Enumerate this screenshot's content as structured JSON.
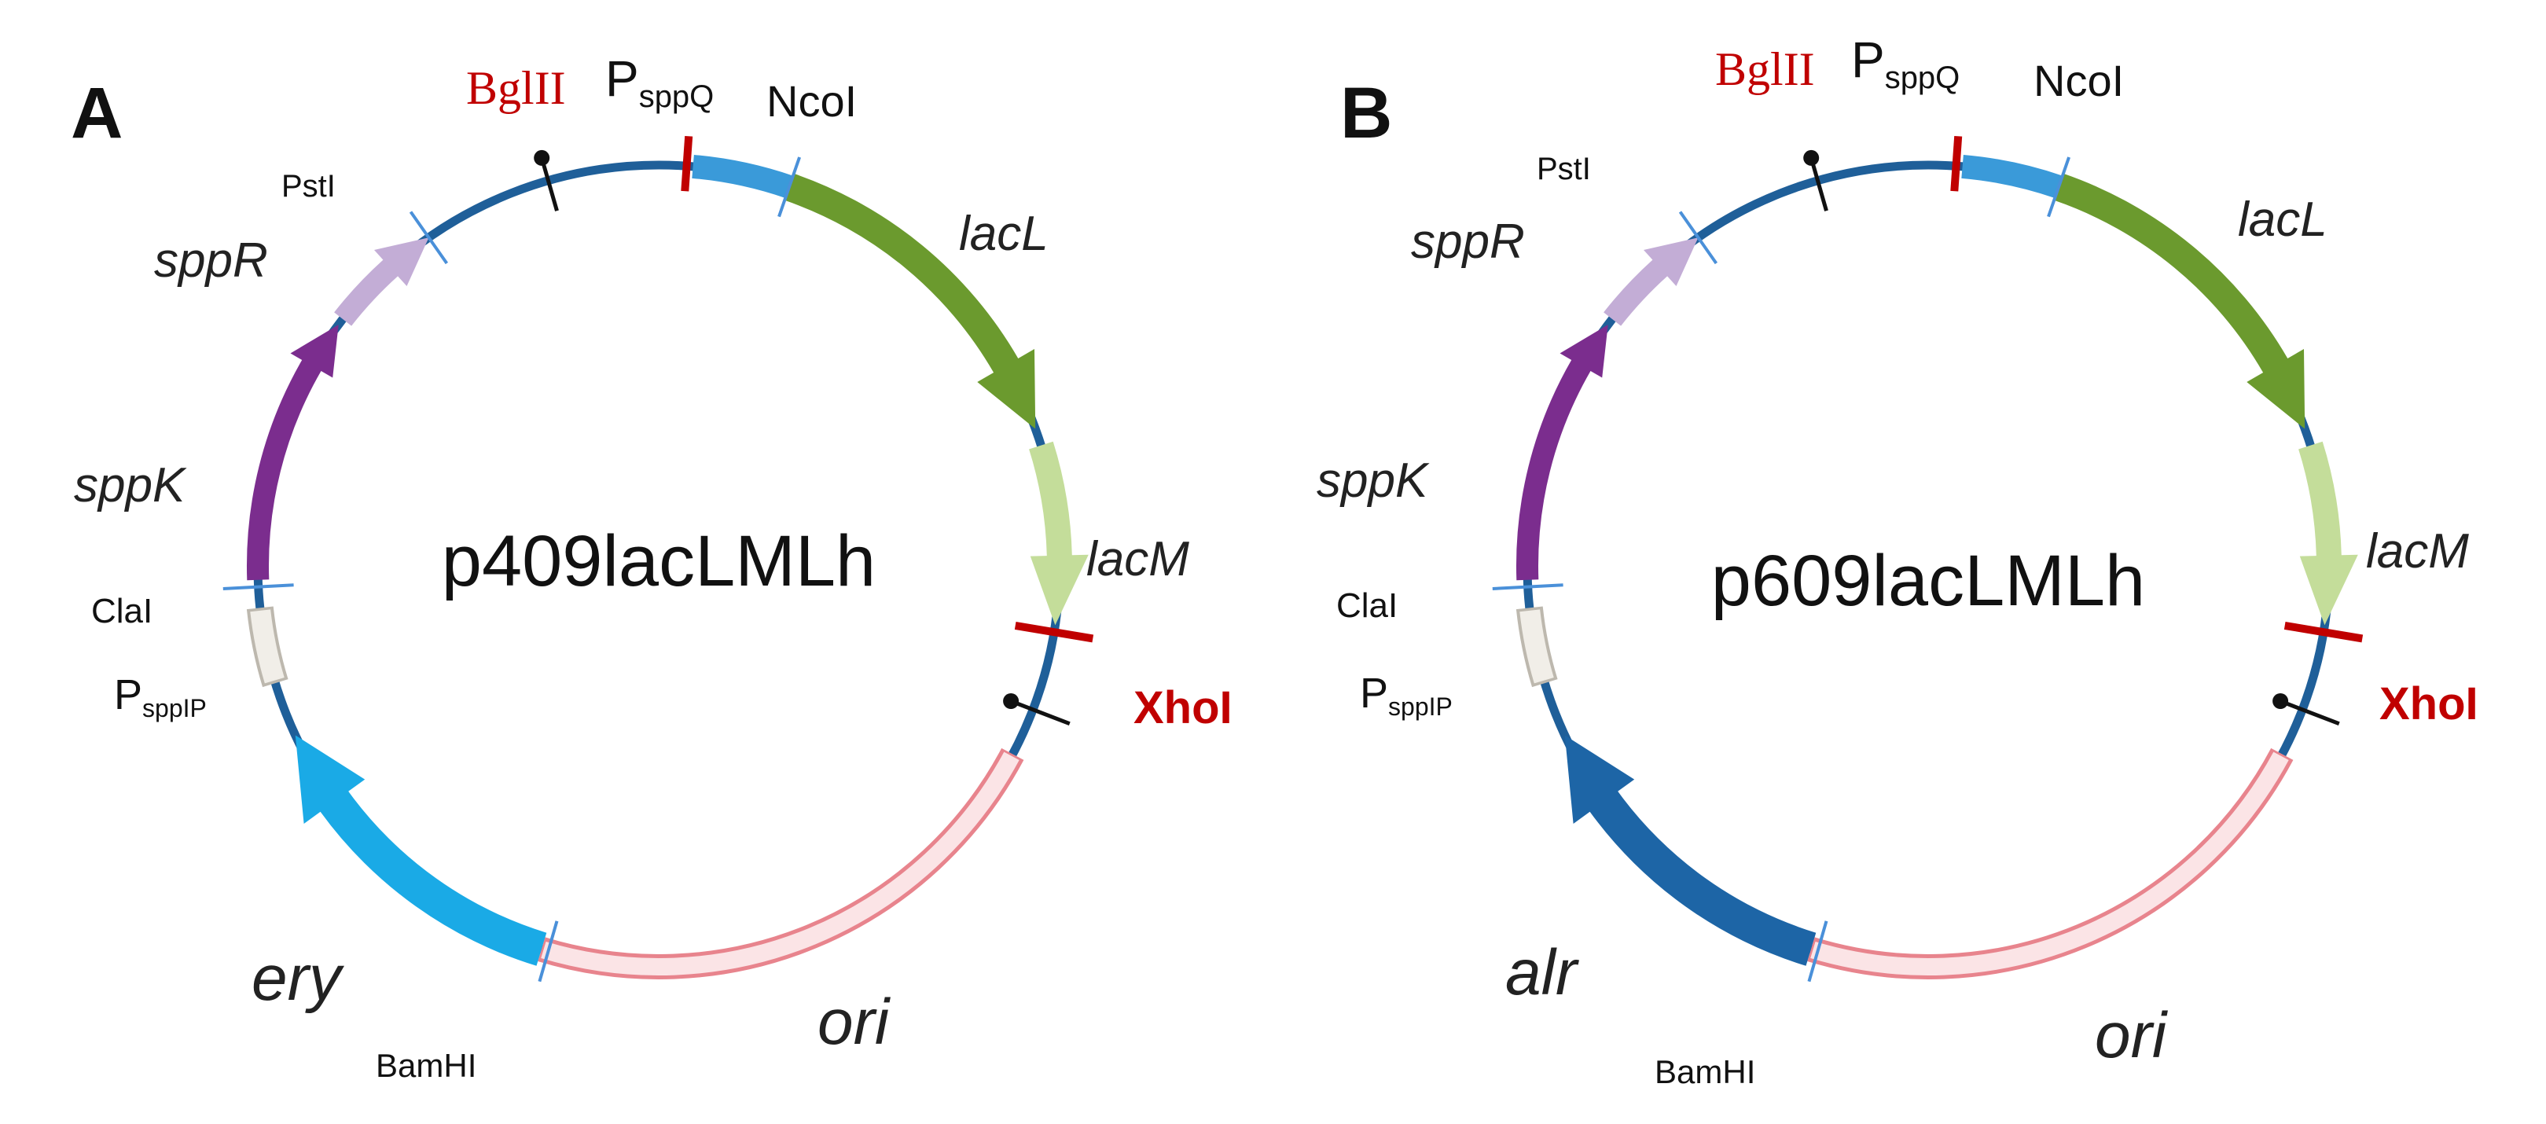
{
  "colors": {
    "backbone": "#1f5f99",
    "promoter_q": "#3a9ad9",
    "lacL": "#6b9a2e",
    "lacM": "#c4dd9a",
    "ori_fill": "#fbe4e6",
    "ori_edge": "#e8848d",
    "sppK": "#7b2d8e",
    "sppR": "#c3add6",
    "promoter_ip": "#f1eee8",
    "ery": "#1aaae6",
    "alr": "#1d65a6",
    "site_red": "#c00000",
    "site_blue": "#4a90d9",
    "text": "#111111"
  },
  "panels": [
    {
      "letter": "A",
      "plasmid_name": "p409lacLMLh",
      "genes": {
        "lacL": "lacL",
        "lacM": "lacM",
        "ori": "ori",
        "sppK": "sppK",
        "sppR": "sppR",
        "marker": "ery"
      },
      "promoter_q": {
        "P": "P",
        "sub": "sppQ"
      },
      "promoter_ip": {
        "P": "P",
        "sub": "sppIP"
      },
      "sites": {
        "BglII": "BglII",
        "NcoI": "NcoI",
        "XhoI": "XhoI",
        "BamHI": "BamHI",
        "ClaI": "ClaI",
        "PstI": "PstI"
      },
      "marker_color": "ery"
    },
    {
      "letter": "B",
      "plasmid_name": "p609lacLMLh",
      "genes": {
        "lacL": "lacL",
        "lacM": "lacM",
        "ori": "ori",
        "sppK": "sppK",
        "sppR": "sppR",
        "marker": "alr"
      },
      "promoter_q": {
        "P": "P",
        "sub": "sppQ"
      },
      "promoter_ip": {
        "P": "P",
        "sub": "sppIP"
      },
      "sites": {
        "BglII": "BglII",
        "NcoI": "NcoI",
        "XhoI": "XhoI",
        "BamHI": "BamHI",
        "ClaI": "ClaI",
        "PstI": "PstI"
      },
      "marker_color": "alr"
    }
  ]
}
